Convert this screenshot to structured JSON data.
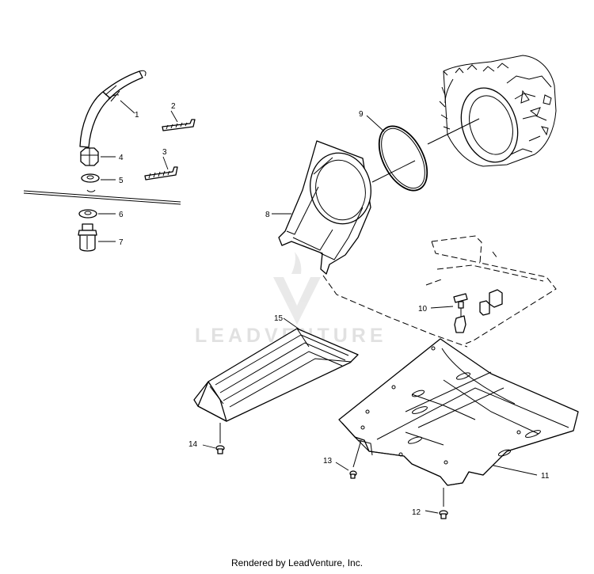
{
  "callouts": [
    "1",
    "2",
    "3",
    "4",
    "5",
    "6",
    "7",
    "8",
    "9",
    "10",
    "11",
    "12",
    "13",
    "14",
    "15"
  ],
  "watermark": "LEADVENTURE",
  "footer": "Rendered by LeadVenture, Inc.",
  "colors": {
    "line": "#000000",
    "watermark": "#c9c9c9",
    "background": "#ffffff"
  }
}
